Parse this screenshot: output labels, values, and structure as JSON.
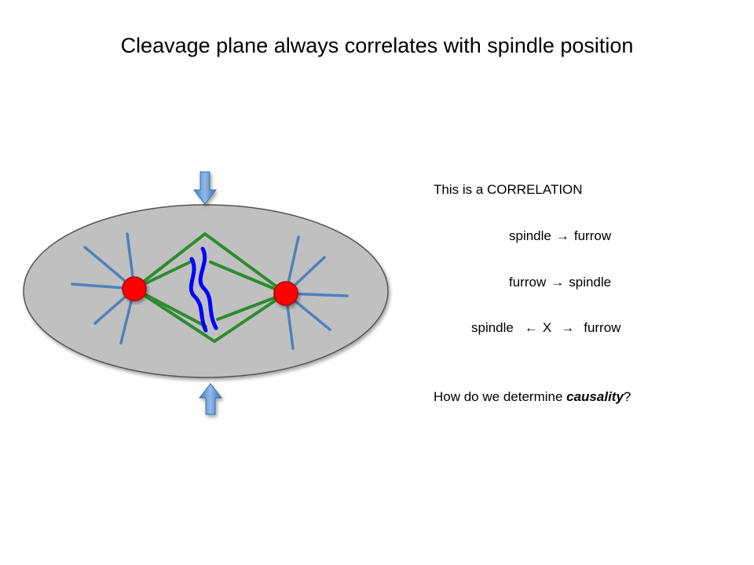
{
  "title": "Cleavage plane always correlates with spindle position",
  "notes": {
    "heading": "This is a CORRELATION",
    "line1": {
      "left": "spindle",
      "arrow": "→",
      "right": "furrow"
    },
    "line2": {
      "left": "furrow",
      "arrow": "→",
      "right": "spindle"
    },
    "line3": {
      "left": "spindle",
      "arrow_left": "←",
      "middle": "X",
      "arrow_right": "→",
      "right": "furrow"
    },
    "question_prefix": "How do we determine ",
    "question_emphasis": "causality",
    "question_suffix": "?"
  },
  "colors": {
    "cell_fill": "#c0c0c0",
    "astral_rays": "#4f81bd",
    "spindle_fibers": "#2e8b2e",
    "centrosomes": "#ff0000",
    "chromosomes": "#0000ff",
    "pressure_arrows": "#5b9bd5"
  },
  "icons": [
    "down-arrow-icon",
    "up-arrow-icon"
  ]
}
